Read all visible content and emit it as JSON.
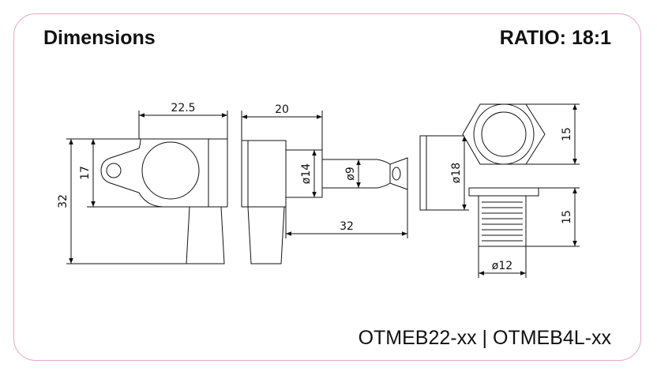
{
  "header": {
    "title": "Dimensions",
    "ratio": "RATIO: 18:1"
  },
  "footer": {
    "models": "OTMEB22-xx | OTMEB4L-xx"
  },
  "dimensions": {
    "d_22_5": "22.5",
    "d_17": "17",
    "d_32_v": "32",
    "d_20": "20",
    "d_32_h": "32",
    "d_phi14": "ø14",
    "d_phi9": "ø9",
    "d_phi18": "ø18",
    "d_15_top": "15",
    "d_15_bottom": "15",
    "d_phi12": "ø12"
  }
}
